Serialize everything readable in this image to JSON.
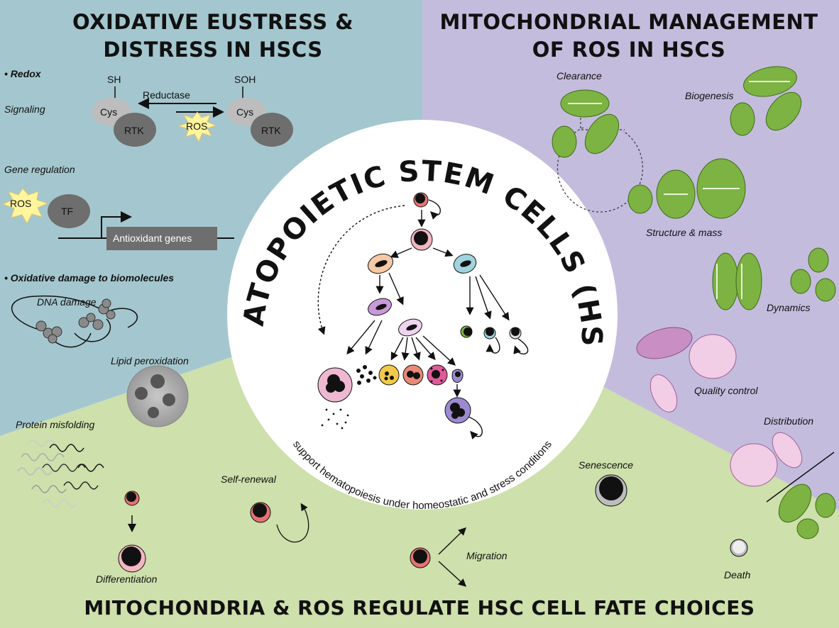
{
  "panels": {
    "top_left": {
      "title_line1": "OXIDATIVE EUSTRESS &",
      "title_line2": "DISTRESS IN HSCS",
      "redox": {
        "bullet": "• Redox",
        "signaling": "Signaling",
        "sh": "SH",
        "soh": "SOH",
        "cys": "Cys",
        "rtk": "RTK",
        "reductase": "Reductase",
        "ros": "ROS"
      },
      "gene_regulation": {
        "label": "Gene regulation",
        "ros": "ROS",
        "tf": "TF",
        "antioxidant_genes": "Antioxidant genes"
      },
      "damage": {
        "bullet": "• Oxidative damage to biomolecules",
        "dna_damage": "DNA damage",
        "lipid_peroxidation": "Lipid peroxidation",
        "protein_misfolding": "Protein misfolding"
      }
    },
    "top_right": {
      "title_line1": "MITOCHONDRIAL MANAGEMENT",
      "title_line2": "OF ROS IN HSCS",
      "labels": {
        "clearance": "Clearance",
        "biogenesis": "Biogenesis",
        "structure_mass": "Structure & mass",
        "dynamics": "Dynamics",
        "quality_control": "Quality control",
        "distribution": "Distribution"
      }
    },
    "bottom": {
      "title": "MITOCHONDRIA & ROS REGULATE HSC CELL FATE CHOICES",
      "labels": {
        "self_renewal": "Self-renewal",
        "differentiation": "Differentiation",
        "migration": "Migration",
        "senescence": "Senescence",
        "death": "Death"
      }
    },
    "center": {
      "title": "HEMATOPOIETIC STEM CELLS (HSCs)",
      "subtitle": "support hematopoiesis under homeostatic and stress conditions"
    }
  },
  "colors": {
    "top_left_bg": "#a4c7cf",
    "top_right_bg": "#c4bcdd",
    "bottom_bg": "#cee0ab",
    "mito_green": "#7cb342",
    "mito_pink": "#e8bcd8",
    "ros_yellow": "#fff59d",
    "cell_red": "#e57373",
    "cell_pink": "#f4b6c2",
    "cell_lilac": "#c89ad8",
    "cell_teal": "#9fd4de",
    "cell_peach": "#f5c9a4",
    "cell_yellow": "#f3c94a",
    "cell_purple": "#9c8ad0"
  }
}
